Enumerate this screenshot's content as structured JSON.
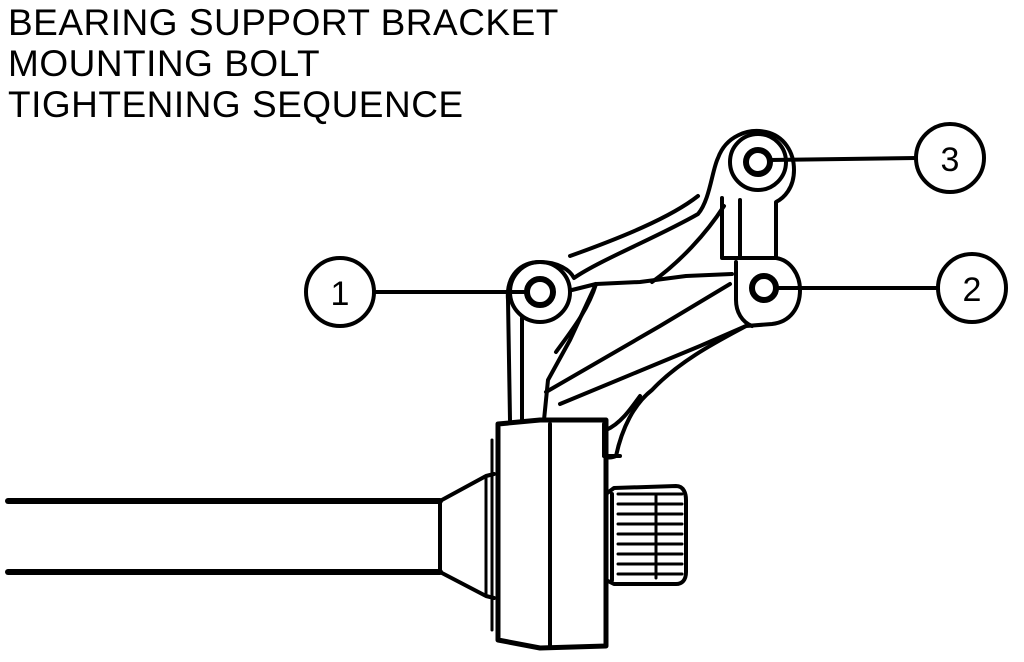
{
  "title": {
    "line1": "BEARING SUPPORT BRACKET",
    "line2": "MOUNTING BOLT",
    "line3": "TIGHTENING SEQUENCE"
  },
  "callouts": {
    "bolt_1": "1",
    "bolt_2": "2",
    "bolt_3": "3"
  },
  "colors": {
    "ink": "#000000",
    "paper": "#ffffff"
  }
}
